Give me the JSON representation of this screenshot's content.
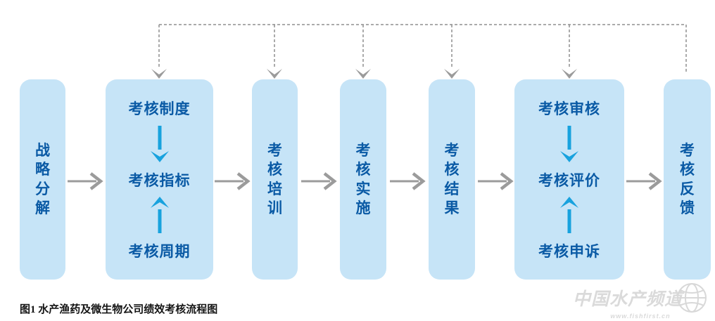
{
  "figure": {
    "caption": "图1 水产渔药及微生物公司绩效考核流程图"
  },
  "flow": {
    "nodes": [
      {
        "label": "战略分解"
      },
      {
        "top": "考核制度",
        "middle": "考核指标",
        "bottom": "考核周期"
      },
      {
        "label": "考核培训"
      },
      {
        "label": "考核实施"
      },
      {
        "label": "考核结果"
      },
      {
        "top": "考核审核",
        "middle": "考核评价",
        "bottom": "考核申诉"
      },
      {
        "label": "考核反馈"
      }
    ]
  },
  "watermark": {
    "title": "中国水产频道",
    "url": "www.fishfirst.cn"
  },
  "colors": {
    "node_fill": "#C6E4F7",
    "node_text": "#0A5AA5",
    "flow_arrow_gray": "#9B9B9B",
    "inner_arrow_blue": "#18A2DE",
    "dashed_feedback": "#8F8F8F"
  }
}
